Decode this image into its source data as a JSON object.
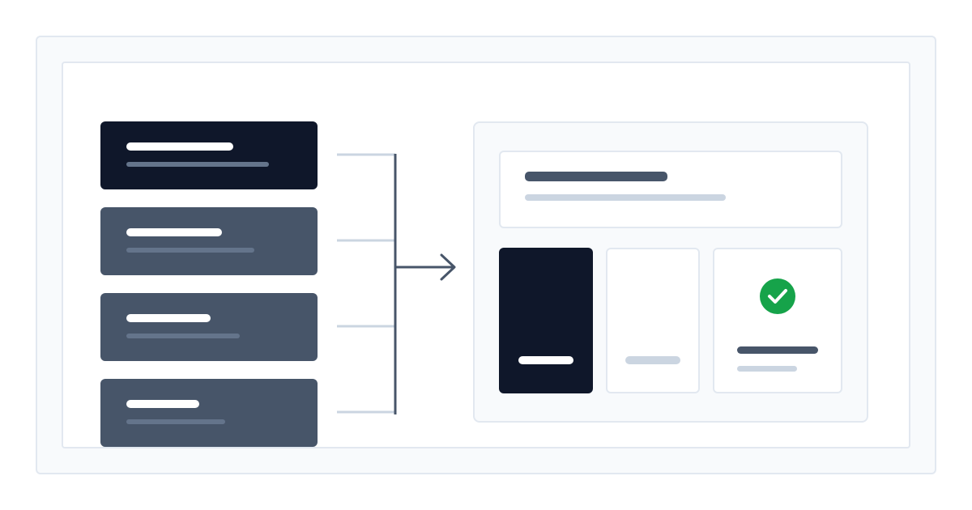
{
  "colors": {
    "dark_navy": "#0f172a",
    "slate": "#475569",
    "slate_light": "#64748b",
    "line_light": "#cbd5e1",
    "border": "#e2e8f0",
    "panel_bg": "#f8fafc",
    "white": "#ffffff",
    "success_green": "#16a34a"
  },
  "source_cards": [
    {
      "state": "active"
    },
    {
      "state": "default"
    },
    {
      "state": "default"
    },
    {
      "state": "default"
    }
  ],
  "target": {
    "tiles": [
      {
        "style": "dark"
      },
      {
        "style": "light"
      },
      {
        "style": "light",
        "icon": "check-circle-icon"
      }
    ]
  }
}
